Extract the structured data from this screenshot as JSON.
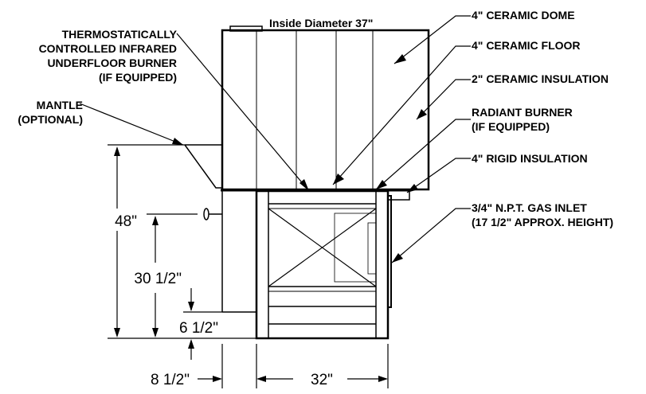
{
  "title": "Inside Diameter 37\"",
  "callouts": {
    "ceramic_dome": "4\" CERAMIC DOME",
    "ceramic_floor": "4\" CERAMIC FLOOR",
    "ceramic_insulation": "2\" CERAMIC INSULATION",
    "radiant_burner": [
      "RADIANT BURNER",
      "(IF EQUIPPED)"
    ],
    "rigid_insulation": "4\" RIGID INSULATION",
    "gas_inlet": [
      "3/4\" N.P.T.  GAS INLET",
      "(17 1/2\" APPROX. HEIGHT)"
    ],
    "underfloor_burner": [
      "THERMOSTATICALLY",
      "CONTROLLED INFRARED",
      "UNDERFLOOR BURNER",
      "(IF EQUIPPED)"
    ],
    "mantle": [
      "MANTLE",
      "(OPTIONAL)"
    ]
  },
  "dimensions": {
    "overall_height": "48\"",
    "gas_inlet_height": "30 1/2\"",
    "base_height": "6 1/2\"",
    "base_offset": "8 1/2\"",
    "base_width": "32\""
  }
}
